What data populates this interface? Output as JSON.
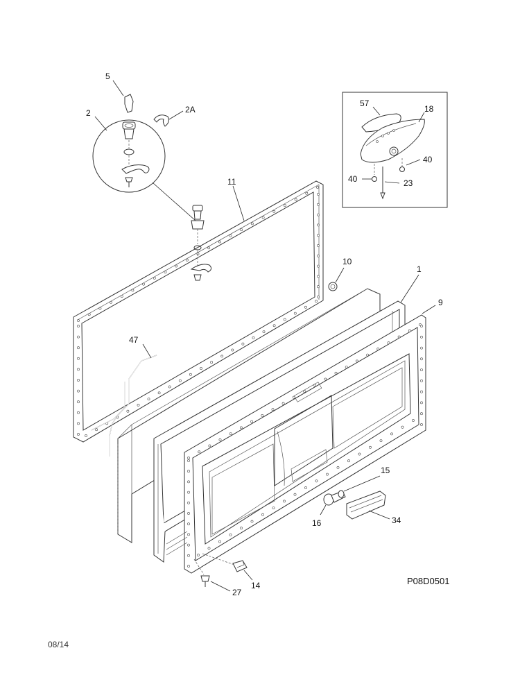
{
  "diagram": {
    "labels": {
      "p5": "5",
      "p2": "2",
      "p2a": "2A",
      "p11": "11",
      "p10": "10",
      "p1": "1",
      "p9": "9",
      "p47": "47",
      "p15": "15",
      "p16": "16",
      "p34": "34",
      "p14": "14",
      "p27": "27",
      "p57": "57",
      "p18": "18",
      "p40a": "40",
      "p40b": "40",
      "p23": "23"
    },
    "drawing_code": "P08D0501",
    "date": "08/14"
  }
}
